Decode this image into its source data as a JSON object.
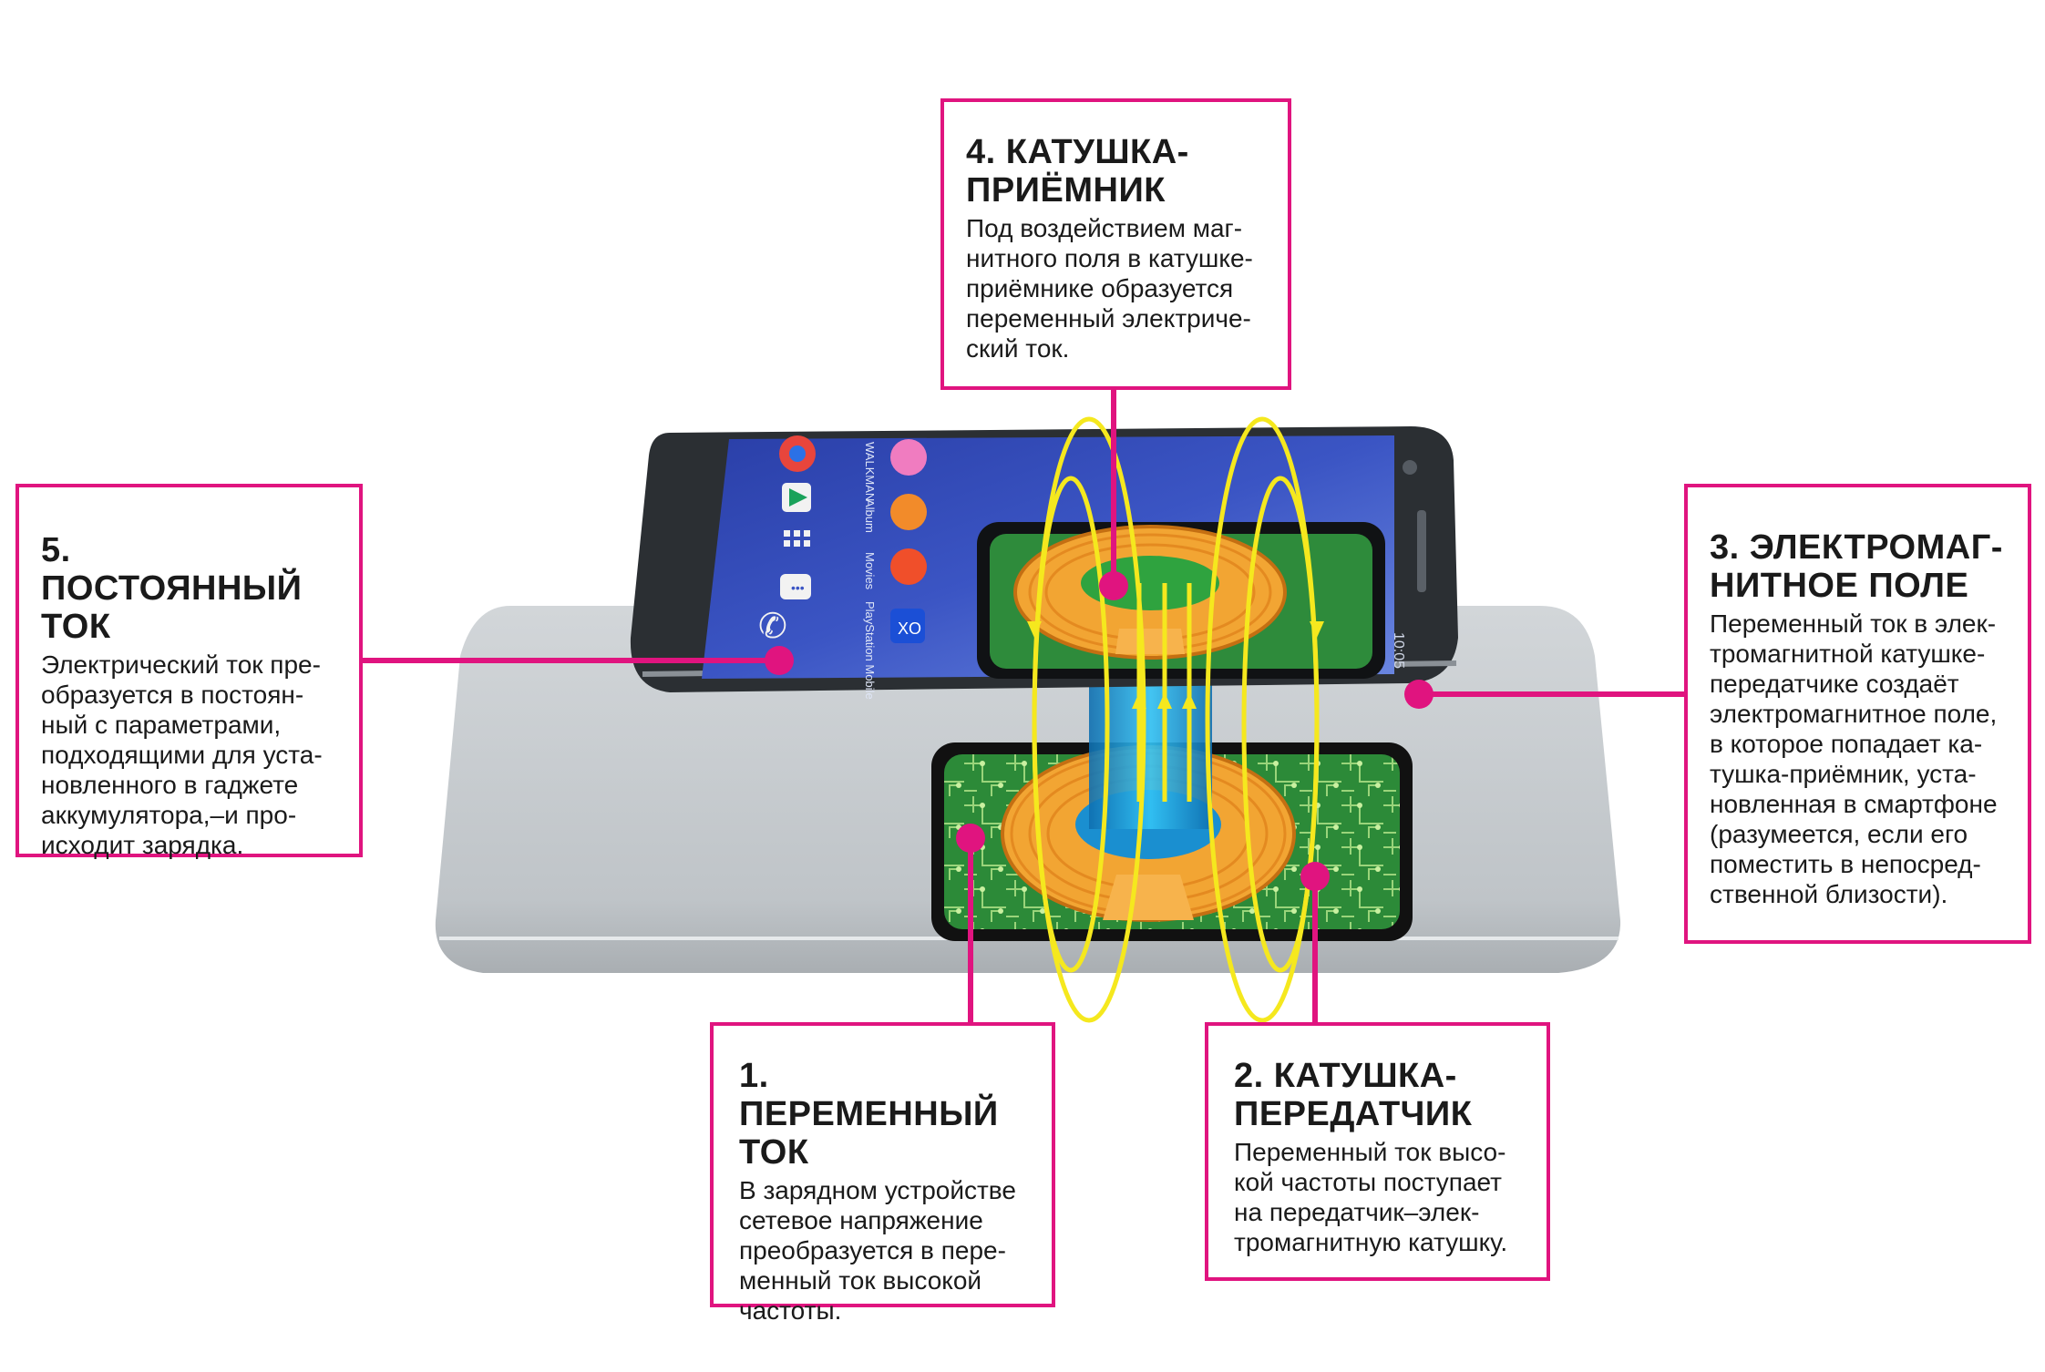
{
  "callouts": {
    "receiver_coil": {
      "title": "4. КАТУШКА-\nПРИЁМНИК",
      "text": "Под воздействием маг-\nнитного поля в катушке-\nприёмнике образуется\nпеременный электриче-\nский ток."
    },
    "direct_current": {
      "title": "5. ПОСТОЯННЫЙ\nТОК",
      "text": "Электрический ток пре-\nобразуется в постоян-\nный с параметрами,\nподходящими для уста-\nновленного в гаджете\nаккумулятора,–и про-\nисходит зарядка."
    },
    "em_field": {
      "title": "3. ЭЛЕКТРОМАГ-\nНИТНОЕ ПОЛЕ",
      "text": "Переменный ток в элек-\nтромагнитной катушке-\nпередатчике создаёт\nэлектромагнитное поле,\nв которое попадает ка-\nтушка-приёмник, уста-\nновленная в смартфоне\n(разумеется, если его\nпоместить в непосред-\nственной близости)."
    },
    "alternating_current": {
      "title": "1. ПЕРЕМЕННЫЙ\nТОК",
      "text": "В зарядном устройстве\nсетевое напряжение\nпреобразуется в пере-\nменный ток высокой\nчастоты."
    },
    "transmitter_coil": {
      "title": "2. КАТУШКА-\nПЕРЕДАТЧИК",
      "text": "Переменный ток высо-\nкой частоты поступает\nна передатчик–элек-\nтромагнитную катушку."
    }
  },
  "phone_screen": {
    "app_labels": [
      "WALKMAN",
      "Album",
      "Movies",
      "PlayStation Mobile"
    ],
    "clock": "10:05"
  },
  "colors": {
    "accent": "#e0147f",
    "field_lines": "#f5e81e",
    "coil": "#f2a533",
    "coil_stripe": "#d9831e",
    "circuit": "#2f8a3a",
    "beam": "#1aa8e6",
    "charger_pad": "#c7ccd0",
    "phone_body": "#2b2f33"
  },
  "icons": [
    "chrome-icon",
    "play-store-icon",
    "apps-grid-icon",
    "messaging-icon",
    "phone-icon",
    "walkman-icon",
    "album-icon",
    "movies-icon",
    "playstation-icon"
  ]
}
